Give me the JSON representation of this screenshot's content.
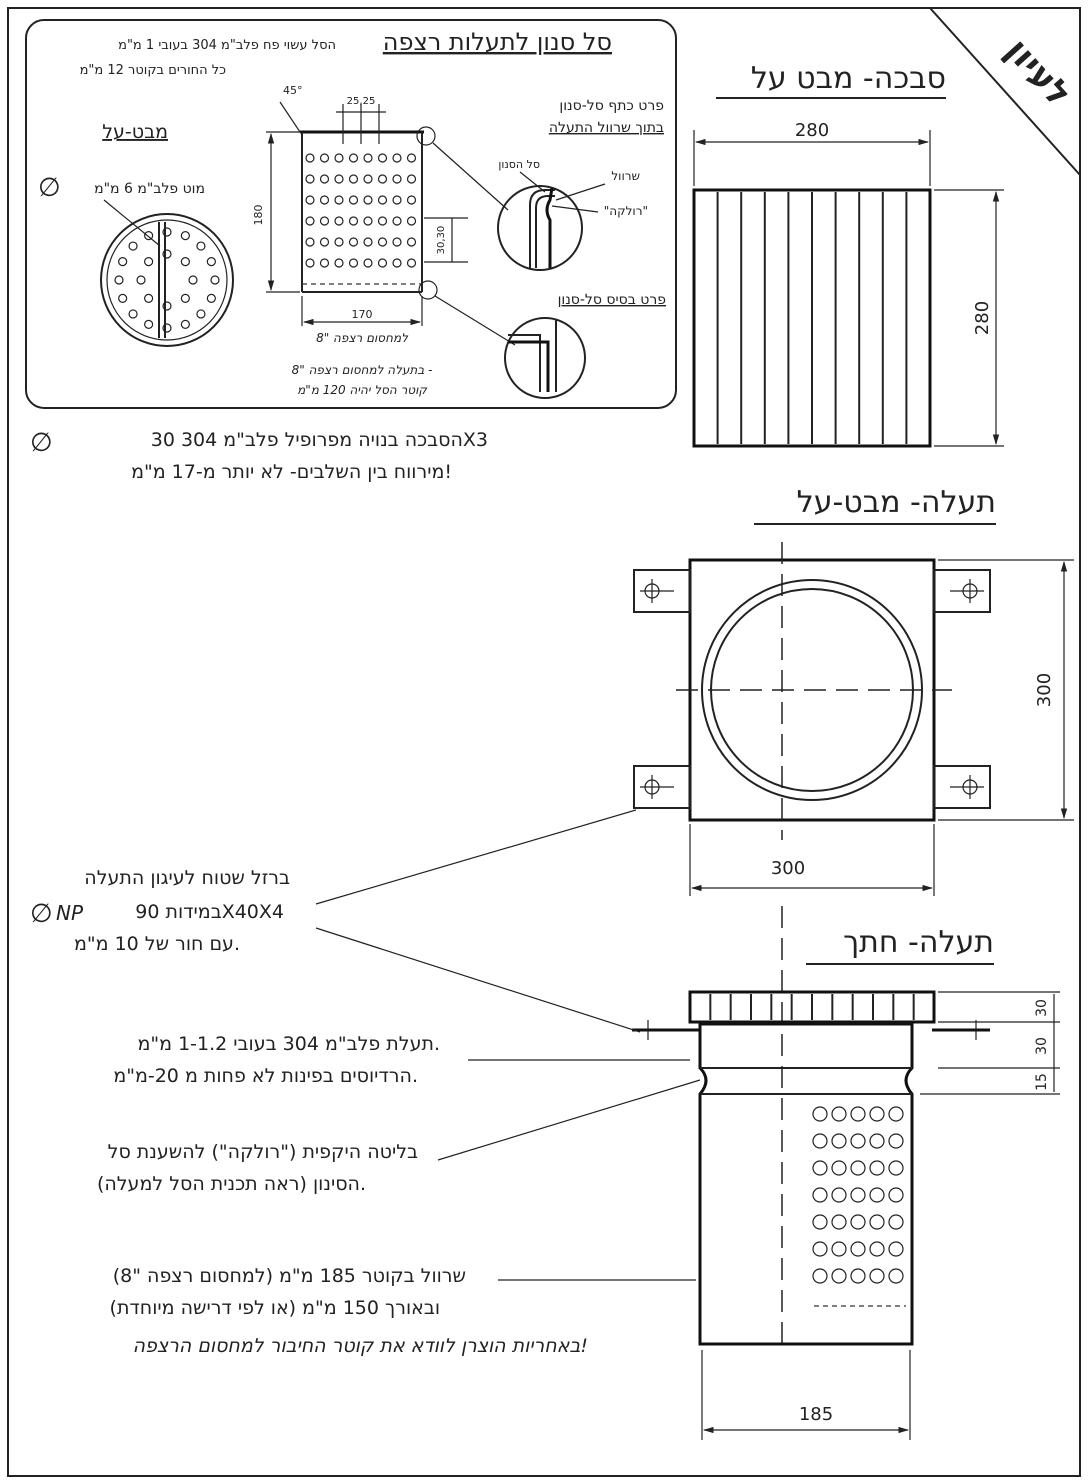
{
  "stamp": {
    "text": "לעיון"
  },
  "basket": {
    "title": "סל סנון לתעלות רצפה",
    "note_line1": "הסל עשוי פח פלב\"מ 304 בעובי 1 מ\"מ",
    "note_line2": "כל החורים בקוטר 12 מ\"מ",
    "top_view_label": "מבט-על",
    "rod_label": "מוט פלב\"מ 6 מ\"מ",
    "dim_angle": "45°",
    "dim_pitch": "25,25",
    "dim_height": "180",
    "dim_hole_pitch": "30,30",
    "dim_width": "170",
    "dim_under_width": "למחסום רצפה \"8",
    "note_bottom1": "בתעלה למחסום רצפה \"8 -",
    "note_bottom2": "קוטר הסל יהיה 120 מ\"מ",
    "detail_top_title1": "פרט כתף סל-סנון",
    "detail_top_title2": "בתוך שרוול התעלה",
    "detail_label_basket": "סל הסנון",
    "detail_label_sleeve": "שרוול",
    "detail_label_roll": "\"רולקה\"",
    "detail_bottom_title": "פרט בסיס סל-סנון"
  },
  "grate": {
    "title": "סבכה- מבט על",
    "dim_width": "280",
    "dim_height": "280",
    "note_line1": "הסבכה בנויה מפרופיל פלב\"מ 304 30X3",
    "note_line2": "מירווח בין השלבים- לא יותר מ-17 מ\"מ!"
  },
  "channel_top": {
    "title": "תעלה- מבט-על",
    "dim_height": "300",
    "dim_width": "300"
  },
  "channel_section": {
    "title": "תעלה- חתך",
    "dim_1": "30",
    "dim_2": "30",
    "dim_3": "15",
    "dim_diameter": "185"
  },
  "notes": {
    "flatbar_1": "ברזל שטוח לעיגון התעלה",
    "flatbar_2": "במידות 90X40X4",
    "flatbar_3": "עם חור של 10 מ\"מ.",
    "channel_1": "תעלת פלב\"מ 304 בעובי 1-1.2 מ\"מ.",
    "channel_2": "הרדיוסים בפינות לא פחות מ 20-מ\"מ.",
    "roll_1": "בליטה היקפית (\"רולקה\") להשענת סל",
    "roll_2": "הסינון (ראה תכנית הסל למעלה).",
    "sleeve_1": "שרוול בקוטר 185 מ\"מ (למחסום רצפה \"8)",
    "sleeve_2": "ובאורך 150 מ\"מ (או לפי דרישה מיוחדת)",
    "responsibility": "באחריות הוצרן לוודא את קוטר החיבור למחסום הרצפה!"
  }
}
